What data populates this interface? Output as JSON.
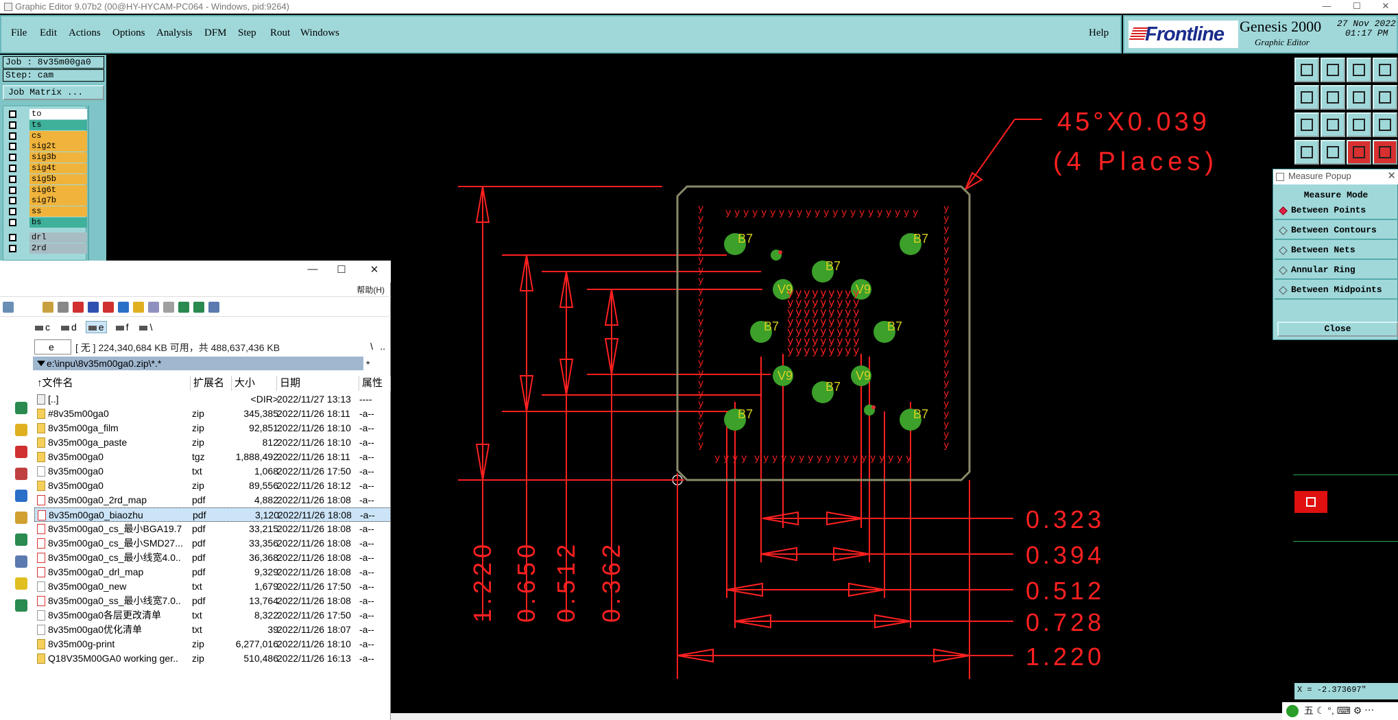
{
  "window": {
    "title": "Graphic Editor 9.07b2 (00@HY-HYCAM-PC064 - Windows, pid:9264)",
    "minimize_glyph": "—",
    "maximize_glyph": "☐",
    "close_glyph": "✕"
  },
  "menu": [
    "File",
    "Edit",
    "Actions",
    "Options",
    "Analysis",
    "DFM",
    "Step",
    "Rout",
    "Windows"
  ],
  "help_label": "Help",
  "brand": {
    "logo": "Frontline",
    "product": "Genesis 2000",
    "subtitle": "Graphic Editor",
    "date": "27 Nov 2022",
    "time": "01:17 PM"
  },
  "job": {
    "job_label": "Job : 8v35m00ga0",
    "step_label": "Step: cam",
    "matrix_button": "Job Matrix ..."
  },
  "layers": [
    {
      "name": "to",
      "color": "#ffffff"
    },
    {
      "name": "ts",
      "color": "#3fb09a"
    },
    {
      "name": "cs",
      "color": "#f0b43c"
    },
    {
      "name": "sig2t",
      "color": "#f0b43c"
    },
    {
      "name": "sig3b",
      "color": "#f0b43c"
    },
    {
      "name": "sig4t",
      "color": "#f0b43c"
    },
    {
      "name": "sig5b",
      "color": "#f0b43c"
    },
    {
      "name": "sig6t",
      "color": "#f0b43c"
    },
    {
      "name": "sig7b",
      "color": "#f0b43c"
    },
    {
      "name": "ss",
      "color": "#f0b43c"
    },
    {
      "name": "bs",
      "color": "#3fb09a"
    },
    {
      "name": "drl",
      "color": "#a8bcc4"
    },
    {
      "name": "2rd",
      "color": "#a8bcc4"
    }
  ],
  "drawing": {
    "annotation_line1": "45°X0.039",
    "annotation_line2": "(4 Places)",
    "vertical_dims": [
      "1.220",
      "0.650",
      "0.512",
      "0.362"
    ],
    "horizontal_dims": [
      "0.323",
      "0.394",
      "0.512",
      "0.728",
      "1.220"
    ],
    "pad_label": "B7",
    "pad_label_alt": "V9",
    "ref_char": "Y",
    "colors": {
      "dim": "#ff2020",
      "pad": "#3ca02a",
      "pad_label": "#d8d020",
      "outline": "#8a8a6a"
    }
  },
  "measure": {
    "title": "Measure Popup",
    "mode_label": "Measure Mode",
    "options": [
      "Between Points",
      "Between Contours",
      "Between Nets",
      "Annular Ring",
      "Between Midpoints"
    ],
    "selected": "Between Points",
    "close_label": "Close"
  },
  "coords": "X = -2.373697\"",
  "taskbar_text": "五 ☾ °, ⌨ ⚙ ⋯",
  "explorer": {
    "min_glyph": "—",
    "max_glyph": "☐",
    "close_glyph": "✕",
    "help": "帮助(H)",
    "drives": [
      "c",
      "d",
      "e",
      "f",
      "\\"
    ],
    "selected_drive": "e",
    "drive_select": "e",
    "free_space": "[ 无 ]  224,340,684 KB 可用，共 488,637,436 KB",
    "backslash": "\\",
    "dotdot": "..",
    "path": "e:\\inpu\\8v35m00ga0.zip\\*.*",
    "filter": "*",
    "columns": [
      "↑文件名",
      "扩展名",
      "大小",
      "日期",
      "属性"
    ],
    "files": [
      {
        "name": "[..]",
        "ext": "",
        "size": "<DIR>",
        "date": "2022/11/27 13:13",
        "attr": "----",
        "icon": "up"
      },
      {
        "name": "#8v35m00ga0",
        "ext": "zip",
        "size": "345,385",
        "date": "2022/11/26 18:11",
        "attr": "-a--",
        "icon": "zip"
      },
      {
        "name": "8v35m00ga_film",
        "ext": "zip",
        "size": "92,851",
        "date": "2022/11/26 18:10",
        "attr": "-a--",
        "icon": "zip"
      },
      {
        "name": "8v35m00ga_paste",
        "ext": "zip",
        "size": "812",
        "date": "2022/11/26 18:10",
        "attr": "-a--",
        "icon": "zip"
      },
      {
        "name": "8v35m00ga0",
        "ext": "tgz",
        "size": "1,888,492",
        "date": "2022/11/26 18:11",
        "attr": "-a--",
        "icon": "zip"
      },
      {
        "name": "8v35m00ga0",
        "ext": "txt",
        "size": "1,068",
        "date": "2022/11/26 17:50",
        "attr": "-a--",
        "icon": "txt"
      },
      {
        "name": "8v35m00ga0",
        "ext": "zip",
        "size": "89,556",
        "date": "2022/11/26 18:12",
        "attr": "-a--",
        "icon": "zip"
      },
      {
        "name": "8v35m00ga0_2rd_map",
        "ext": "pdf",
        "size": "4,882",
        "date": "2022/11/26 18:08",
        "attr": "-a--",
        "icon": "pdf"
      },
      {
        "name": "8v35m00ga0_biaozhu",
        "ext": "pdf",
        "size": "3,120",
        "date": "2022/11/26 18:08",
        "attr": "-a--",
        "icon": "pdf"
      },
      {
        "name": "8v35m00ga0_cs_最小BGA19.7",
        "ext": "pdf",
        "size": "33,215",
        "date": "2022/11/26 18:08",
        "attr": "-a--",
        "icon": "pdf"
      },
      {
        "name": "8v35m00ga0_cs_最小SMD27...",
        "ext": "pdf",
        "size": "33,356",
        "date": "2022/11/26 18:08",
        "attr": "-a--",
        "icon": "pdf"
      },
      {
        "name": "8v35m00ga0_cs_最小线宽4.0..",
        "ext": "pdf",
        "size": "36,368",
        "date": "2022/11/26 18:08",
        "attr": "-a--",
        "icon": "pdf"
      },
      {
        "name": "8v35m00ga0_drl_map",
        "ext": "pdf",
        "size": "9,329",
        "date": "2022/11/26 18:08",
        "attr": "-a--",
        "icon": "pdf"
      },
      {
        "name": "8v35m00ga0_new",
        "ext": "txt",
        "size": "1,679",
        "date": "2022/11/26 17:50",
        "attr": "-a--",
        "icon": "txt"
      },
      {
        "name": "8v35m00ga0_ss_最小线宽7.0..",
        "ext": "pdf",
        "size": "13,764",
        "date": "2022/11/26 18:08",
        "attr": "-a--",
        "icon": "pdf"
      },
      {
        "name": "8v35m00ga0各层更改清单",
        "ext": "txt",
        "size": "8,322",
        "date": "2022/11/26 17:50",
        "attr": "-a--",
        "icon": "txt"
      },
      {
        "name": "8v35m00ga0优化清单",
        "ext": "txt",
        "size": "39",
        "date": "2022/11/26 18:07",
        "attr": "-a--",
        "icon": "txt"
      },
      {
        "name": "8v35m00g-print",
        "ext": "zip",
        "size": "6,277,016",
        "date": "2022/11/26 18:10",
        "attr": "-a--",
        "icon": "zip"
      },
      {
        "name": "Q18V35M00GA0 working ger..",
        "ext": "zip",
        "size": "510,486",
        "date": "2022/11/26 16:13",
        "attr": "-a--",
        "icon": "zip"
      }
    ],
    "selected_file": "8v35m00ga0_biaozhu"
  }
}
